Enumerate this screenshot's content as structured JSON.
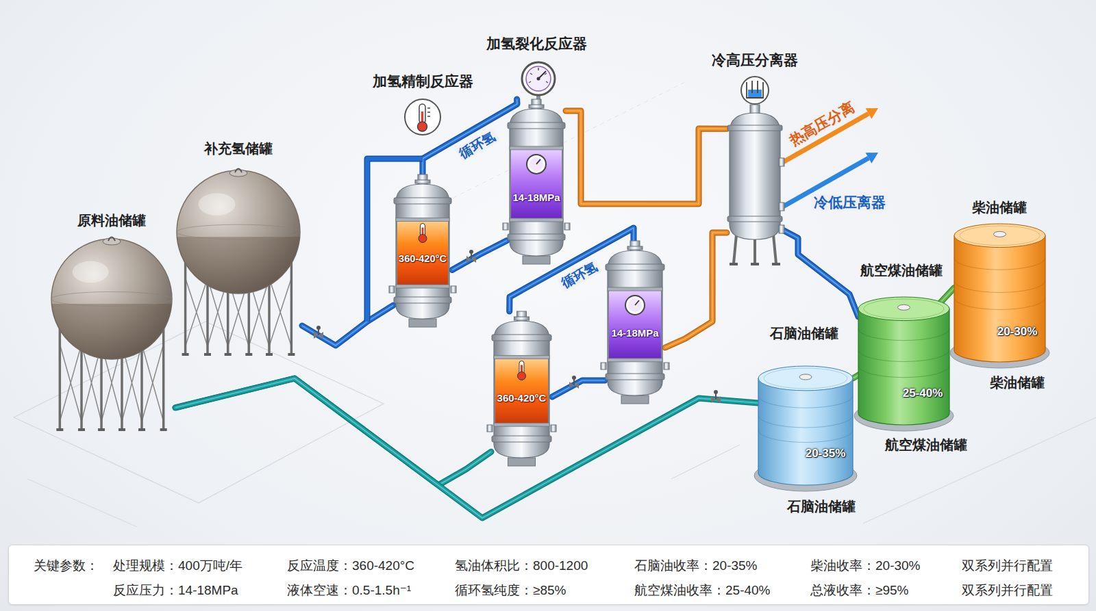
{
  "diagram": {
    "nodes": [
      {
        "text": [
          "原料油储罐"
        ]
      },
      {
        "text": [
          "补充氢储罐"
        ]
      },
      {
        "text": [
          "加氢精制反应器",
          "360-420°C"
        ]
      },
      {
        "text": [
          "加氢裂化反应器",
          "14-18MPa"
        ]
      },
      {
        "text": [
          "360-420°C"
        ]
      },
      {
        "text": [
          "14-18MPa"
        ]
      },
      {
        "text": [
          "冷高压分离器"
        ]
      },
      {
        "text": [
          "石脑油储罐",
          "20-35%",
          "石脑油储罐"
        ]
      },
      {
        "text": [
          "航空煤油储罐",
          "25-40%",
          "航空煤油储罐"
        ]
      },
      {
        "text": [
          "柴油储罐",
          "20-30%",
          "柴油储罐"
        ]
      },
      {
        "text": [
          "关键参数：",
          "处理规模：400万吨/年",
          "反应温度：360-420°C",
          "氢油体积比：800-1200",
          "石脑油收率：20-35%",
          "柴油收率：20-30%",
          "双系列并行配置",
          "反应压力：14-18MPa",
          "液体空速：0.5-1.5h⁻¹",
          "循环氢纯度：≥85%",
          "航空煤油收率：25-40%",
          "总液收率：≥95%",
          "双系列并行配置"
        ]
      }
    ],
    "edges": [
      {
        "from": 0,
        "to": 4,
        "arrow": "none"
      },
      {
        "from": 0,
        "to": 7,
        "arrow": "none"
      },
      {
        "from": 1,
        "to": 2,
        "arrow": "none"
      },
      {
        "from": 2,
        "to": 3,
        "label": "循环氢",
        "arrow": "none"
      },
      {
        "from": 2,
        "to": 3,
        "arrow": "none"
      },
      {
        "from": 4,
        "to": 5,
        "label": "循环氢",
        "arrow": "none"
      },
      {
        "from": 4,
        "to": 5,
        "arrow": "none"
      },
      {
        "from": 3,
        "to": 6,
        "arrow": "none"
      },
      {
        "from": 5,
        "to": 6,
        "arrow": "none"
      },
      {
        "from": 6,
        "to": 8,
        "arrow": "none"
      },
      {
        "from": 7,
        "to": 9,
        "arrow": "none"
      }
    ],
    "labels": [
      "热高压分离",
      "冷低压离器"
    ]
  }
}
